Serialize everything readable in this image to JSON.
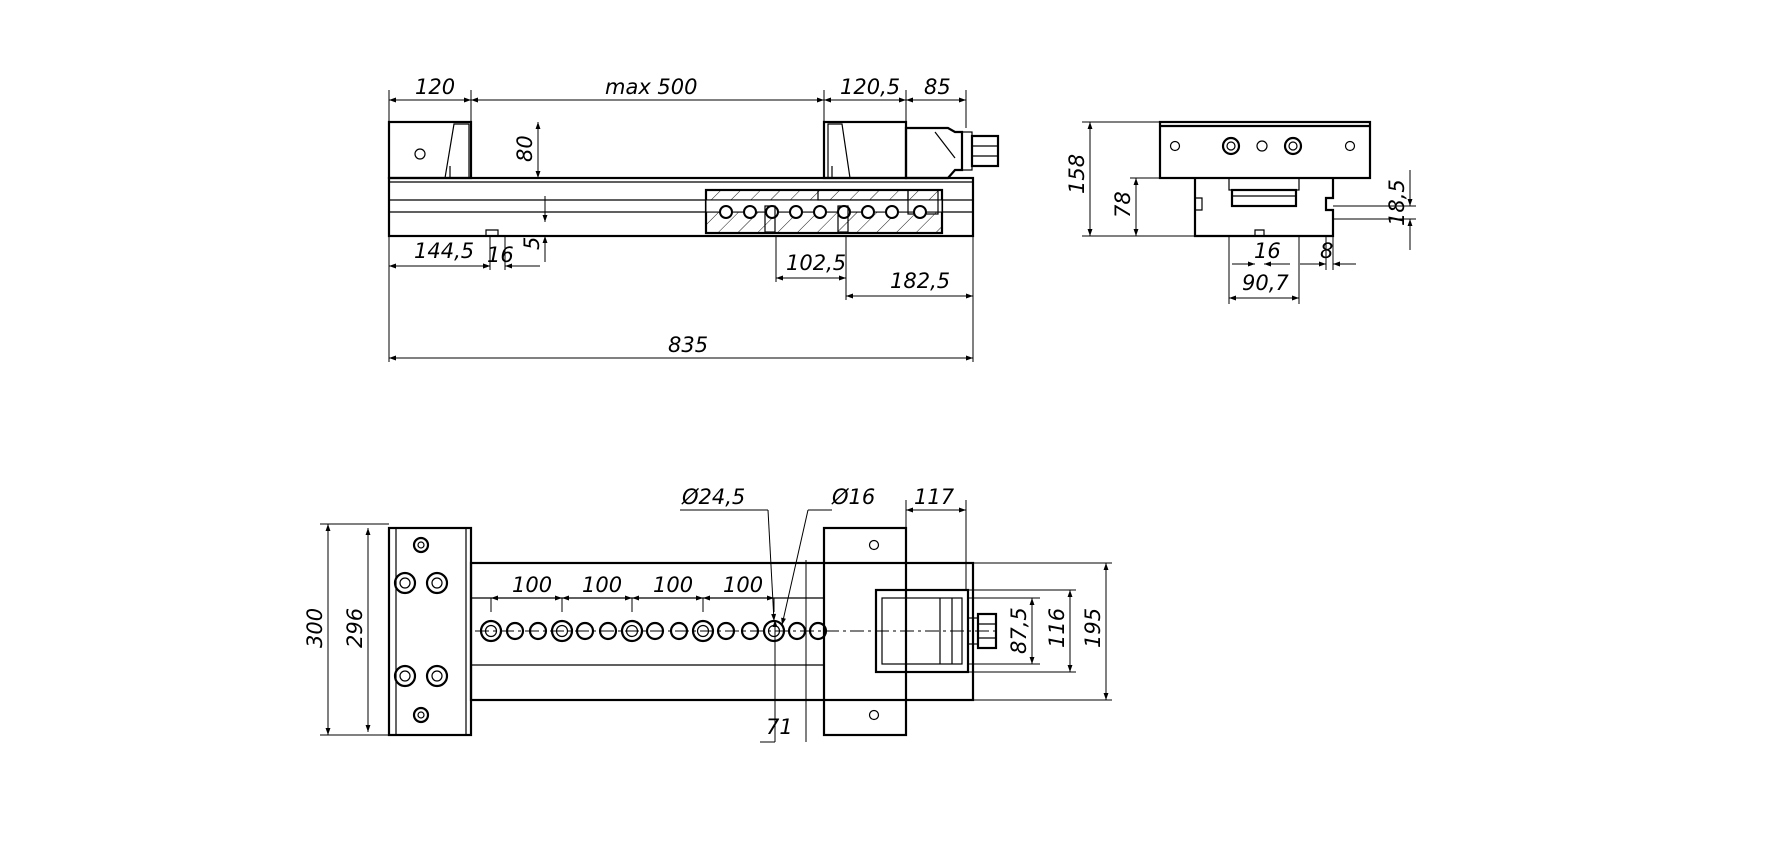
{
  "drawing": {
    "front_view": {
      "dims": {
        "d120": "120",
        "dmax500": "max 500",
        "d120_5": "120,5",
        "d85": "85",
        "d80": "80",
        "d144_5": "144,5",
        "d16": "16",
        "d5": "5",
        "d102_5": "102,5",
        "d182_5": "182,5",
        "d835": "835"
      }
    },
    "side_view": {
      "dims": {
        "d158": "158",
        "d78": "78",
        "d18_5": "18,5",
        "d16": "16",
        "d8": "8",
        "d90_7": "90,7"
      }
    },
    "top_view": {
      "dims": {
        "dia24_5": "Ø24,5",
        "dia16": "Ø16",
        "d117": "117",
        "d300": "300",
        "d296": "296",
        "pitch1": "100",
        "pitch2": "100",
        "pitch3": "100",
        "pitch4": "100",
        "d87_5": "87,5",
        "d116": "116",
        "d195": "195",
        "d71": "71"
      }
    }
  }
}
